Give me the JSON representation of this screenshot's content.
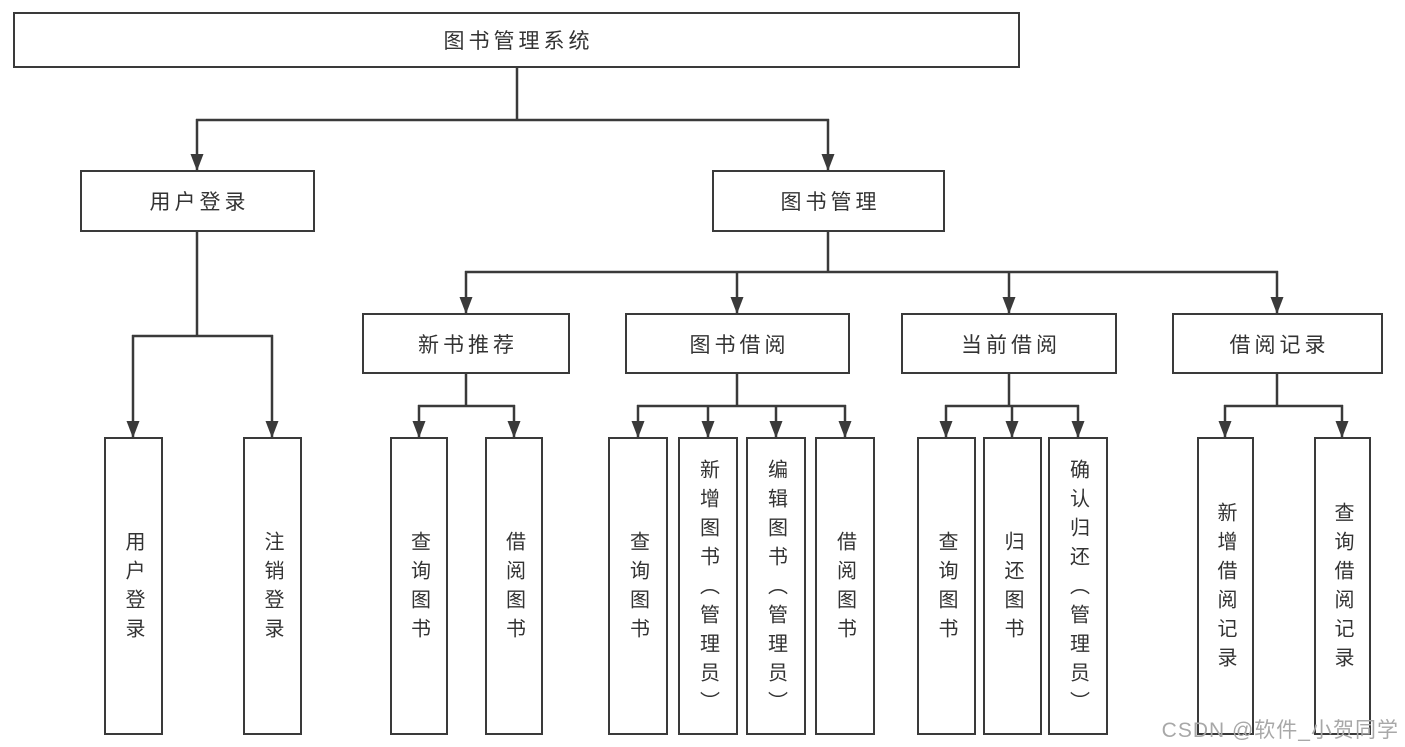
{
  "tree": {
    "root_label": "图书管理系统",
    "level2": [
      {
        "label": "用户登录",
        "children": [
          {
            "label": "用户登录"
          },
          {
            "label": "注销登录"
          }
        ]
      },
      {
        "label": "图书管理",
        "children": [
          {
            "label": "新书推荐",
            "children": [
              {
                "label": "查询图书"
              },
              {
                "label": "借阅图书"
              }
            ]
          },
          {
            "label": "图书借阅",
            "children": [
              {
                "label": "查询图书"
              },
              {
                "label": "新增图书（管理员）"
              },
              {
                "label": "编辑图书（管理员）"
              },
              {
                "label": "借阅图书"
              }
            ]
          },
          {
            "label": "当前借阅",
            "children": [
              {
                "label": "查询图书"
              },
              {
                "label": "归还图书"
              },
              {
                "label": "确认归还（管理员）"
              }
            ]
          },
          {
            "label": "借阅记录",
            "children": [
              {
                "label": "新增借阅记录"
              },
              {
                "label": "查询借阅记录"
              }
            ]
          }
        ]
      }
    ]
  },
  "watermark": "CSDN @软件_小贺同学",
  "colors": {
    "line": "#3a3a3a",
    "text": "#333333",
    "watermark": "#a8a8a8",
    "background": "#ffffff"
  }
}
